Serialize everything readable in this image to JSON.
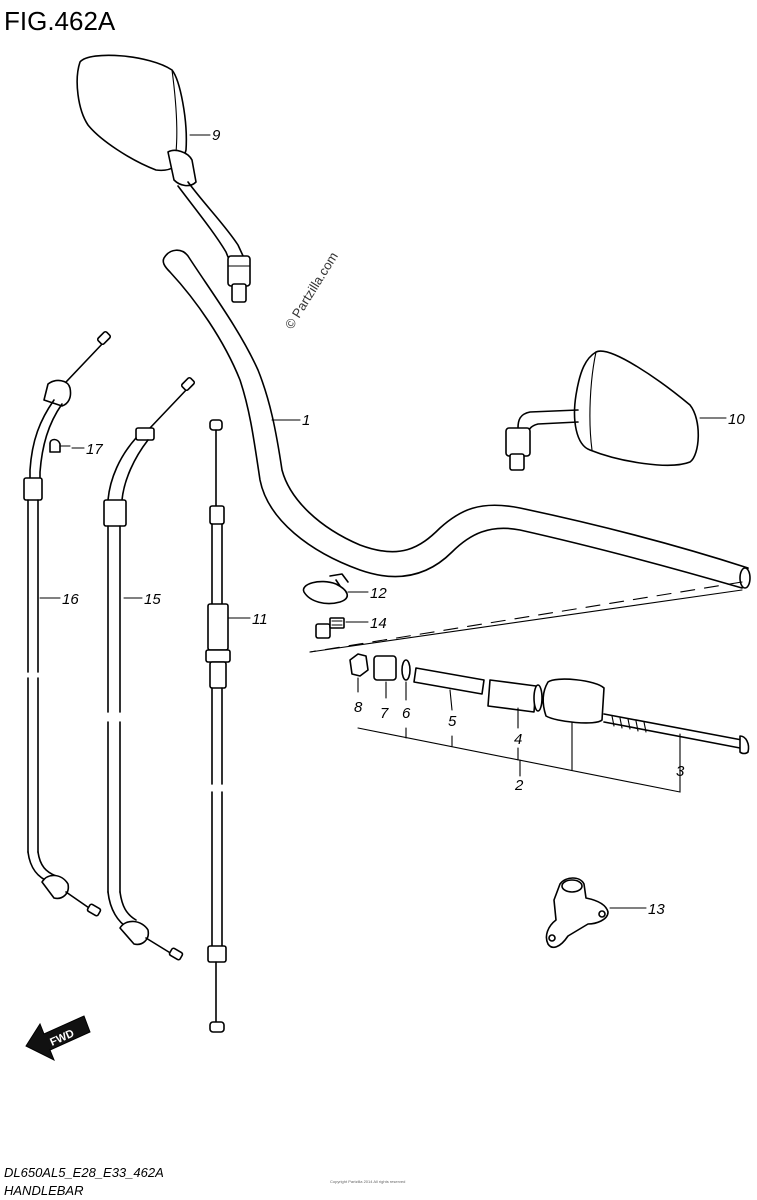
{
  "figure": {
    "title": "FIG.462A",
    "code": "DL650AL5_E28_E33_462A",
    "name": "HANDLEBAR",
    "watermark": "© Partzilla.com",
    "fwd_label": "FWD",
    "fine_print": "Copyright Partzilla 2014 All rights reserved"
  },
  "callouts": {
    "c1": "1",
    "c2": "2",
    "c3": "3",
    "c4": "4",
    "c5": "5",
    "c6": "6",
    "c7": "7",
    "c8": "8",
    "c9": "9",
    "c10": "10",
    "c11": "11",
    "c12": "12",
    "c13": "13",
    "c14": "14",
    "c15": "15",
    "c16": "16",
    "c17": "17"
  }
}
